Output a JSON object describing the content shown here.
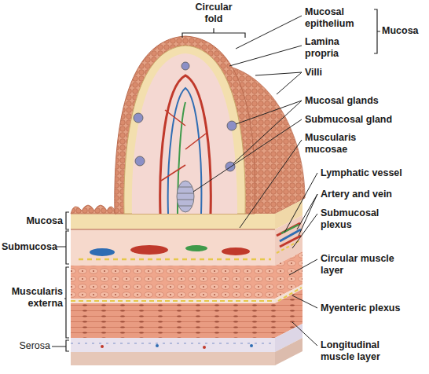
{
  "diagram": {
    "labels": [
      "Circular fold",
      "Mucosal epithelium",
      "Mucosa",
      "Lamina propria",
      "Villi",
      "Mucosal glands",
      "Submucosal gland",
      "Muscularis mucosae",
      "Lymphatic vessel",
      "Artery and vein",
      "Submucosal plexus",
      "Circular muscle layer",
      "Myenteric plexus",
      "Longitudinal muscle layer",
      "Mucosa",
      "Submucosa",
      "Muscularis externa",
      "Serosa"
    ]
  }
}
